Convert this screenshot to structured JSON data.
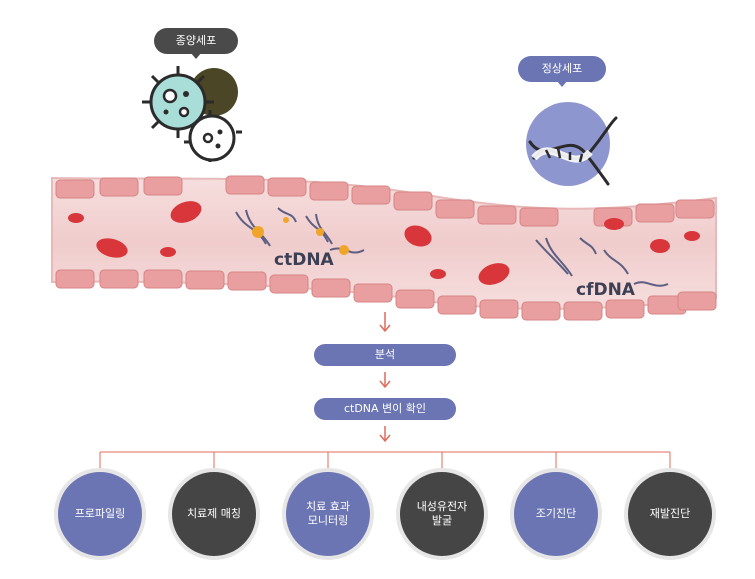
{
  "tumor_cell": {
    "label": "종양세포",
    "icon": "tumor-cell-icon"
  },
  "normal_cell": {
    "label": "정상세포",
    "icon": "dna-icon"
  },
  "vessel": {
    "ctdna_label": "ctDNA",
    "cfdna_label": "cfDNA"
  },
  "flow": {
    "step1": "분석",
    "step2": "ctDNA 변이 확인"
  },
  "outcomes": [
    {
      "label": "프로파일링",
      "style": "blue"
    },
    {
      "label": "치료제 매칭",
      "style": "dark"
    },
    {
      "label": "치료 효과\n모니터링",
      "style": "blue"
    },
    {
      "label": "내성유전자\n발굴",
      "style": "dark"
    },
    {
      "label": "조기진단",
      "style": "blue"
    },
    {
      "label": "재발진단",
      "style": "dark"
    }
  ],
  "colors": {
    "accent": "#6b75b3",
    "dark": "#454545",
    "arrow": "#e06b5b",
    "vessel": "#f2d3d3",
    "rbc": "#d8363a"
  }
}
